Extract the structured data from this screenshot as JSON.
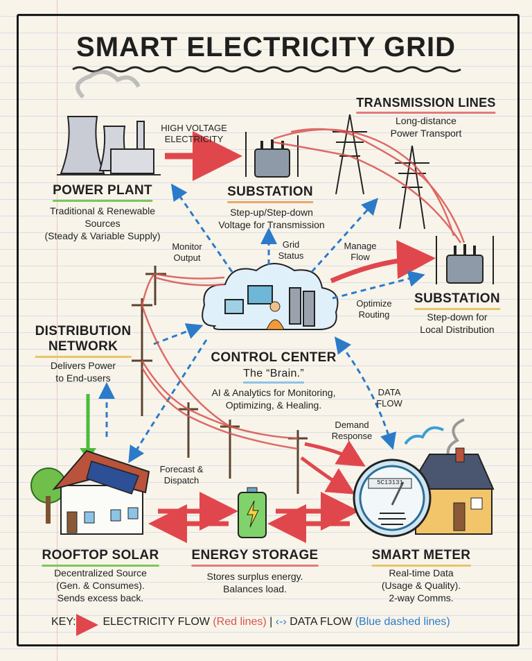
{
  "title": "SMART ELECTRICITY GRID",
  "nodes": {
    "power_plant": {
      "label": "POWER PLANT",
      "desc": [
        "Traditional & Renewable",
        "Sources",
        "(Steady & Variable Supply)"
      ]
    },
    "substation_1": {
      "label": "SUBSTATION",
      "desc": [
        "Step-up/Step-down",
        "Voltage for Transmission"
      ]
    },
    "transmission": {
      "label": "TRANSMISSION LINES",
      "desc": [
        "Long-distance",
        "Power Transport"
      ]
    },
    "substation_2": {
      "label": "SUBSTATION",
      "desc": [
        "Step-down for",
        "Local Distribution"
      ]
    },
    "distribution": {
      "label": [
        "DISTRIBUTION",
        "NETWORK"
      ],
      "desc": [
        "Delivers Power",
        "to End-users"
      ]
    },
    "control_center": {
      "label": "CONTROL CENTER",
      "subtitle": "The “Brain.”",
      "desc": [
        "AI & Analytics for Monitoring,",
        "Optimizing, & Healing."
      ]
    },
    "rooftop_solar": {
      "label": "ROOFTOP SOLAR",
      "desc": [
        "Decentralized Source",
        "(Gen. & Consumes).",
        "Sends excess back."
      ]
    },
    "energy_storage": {
      "label": "ENERGY STORAGE",
      "desc": [
        "Stores surplus energy.",
        "Balances load."
      ]
    },
    "smart_meter": {
      "label": "SMART METER",
      "desc": [
        "Real-time Data",
        "(Usage & Quality).",
        "2-way Comms."
      ],
      "display": "5C13131"
    }
  },
  "edge_labels": {
    "high_voltage": [
      "HIGH VOLTAGE",
      "ELECTRICITY"
    ],
    "monitor_output": [
      "Monitor",
      "Output"
    ],
    "grid_status": [
      "Grid",
      "Status"
    ],
    "manage_flow": [
      "Manage",
      "Flow"
    ],
    "optimize_routing": [
      "Optimize",
      "Routing"
    ],
    "data_flow": [
      "DATA",
      "FLOW"
    ],
    "demand_response": [
      "Demand",
      "Response"
    ],
    "forecast_dispatch": [
      "Forecast &",
      "Dispatch"
    ]
  },
  "key": {
    "prefix": "KEY:",
    "electricity": "ELECTRICITY FLOW",
    "electricity_note": "(Red lines)",
    "separator": "|",
    "data": "DATA FLOW",
    "data_note": "(Blue dashed lines)"
  },
  "colors": {
    "electricity": "#e0474c",
    "data": "#2b7bc9",
    "green_flow": "#4cbb3a",
    "paper": "#f8f4ea"
  }
}
